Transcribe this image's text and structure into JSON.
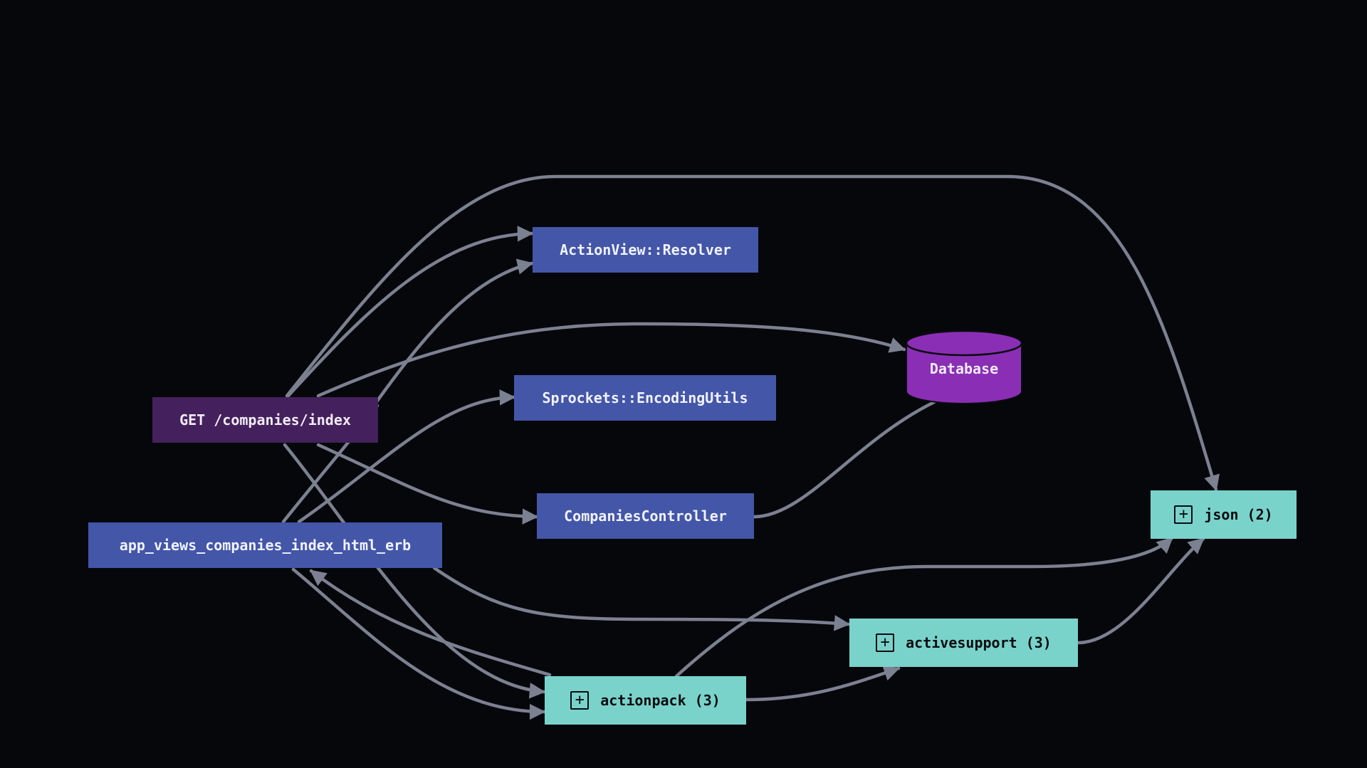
{
  "nodes": {
    "request": {
      "label": "GET /companies/index"
    },
    "resolver": {
      "label": "ActionView::Resolver"
    },
    "encoding_utils": {
      "label": "Sprockets::EncodingUtils"
    },
    "controller": {
      "label": "CompaniesController"
    },
    "view": {
      "label": "app_views_companies_index_html_erb"
    },
    "database": {
      "label": "Database"
    },
    "actionpack": {
      "label": "actionpack (3)",
      "icon": "plus-square-icon"
    },
    "activesupport": {
      "label": "activesupport (3)",
      "icon": "plus-square-icon"
    },
    "json": {
      "label": "json (2)",
      "icon": "plus-square-icon"
    }
  },
  "colors": {
    "background": "#06070b",
    "request_node": "#44205c",
    "class_node": "#4356a8",
    "group_node": "#79d3cb",
    "database": "#8a2fb5",
    "edge": "#7c8191"
  }
}
